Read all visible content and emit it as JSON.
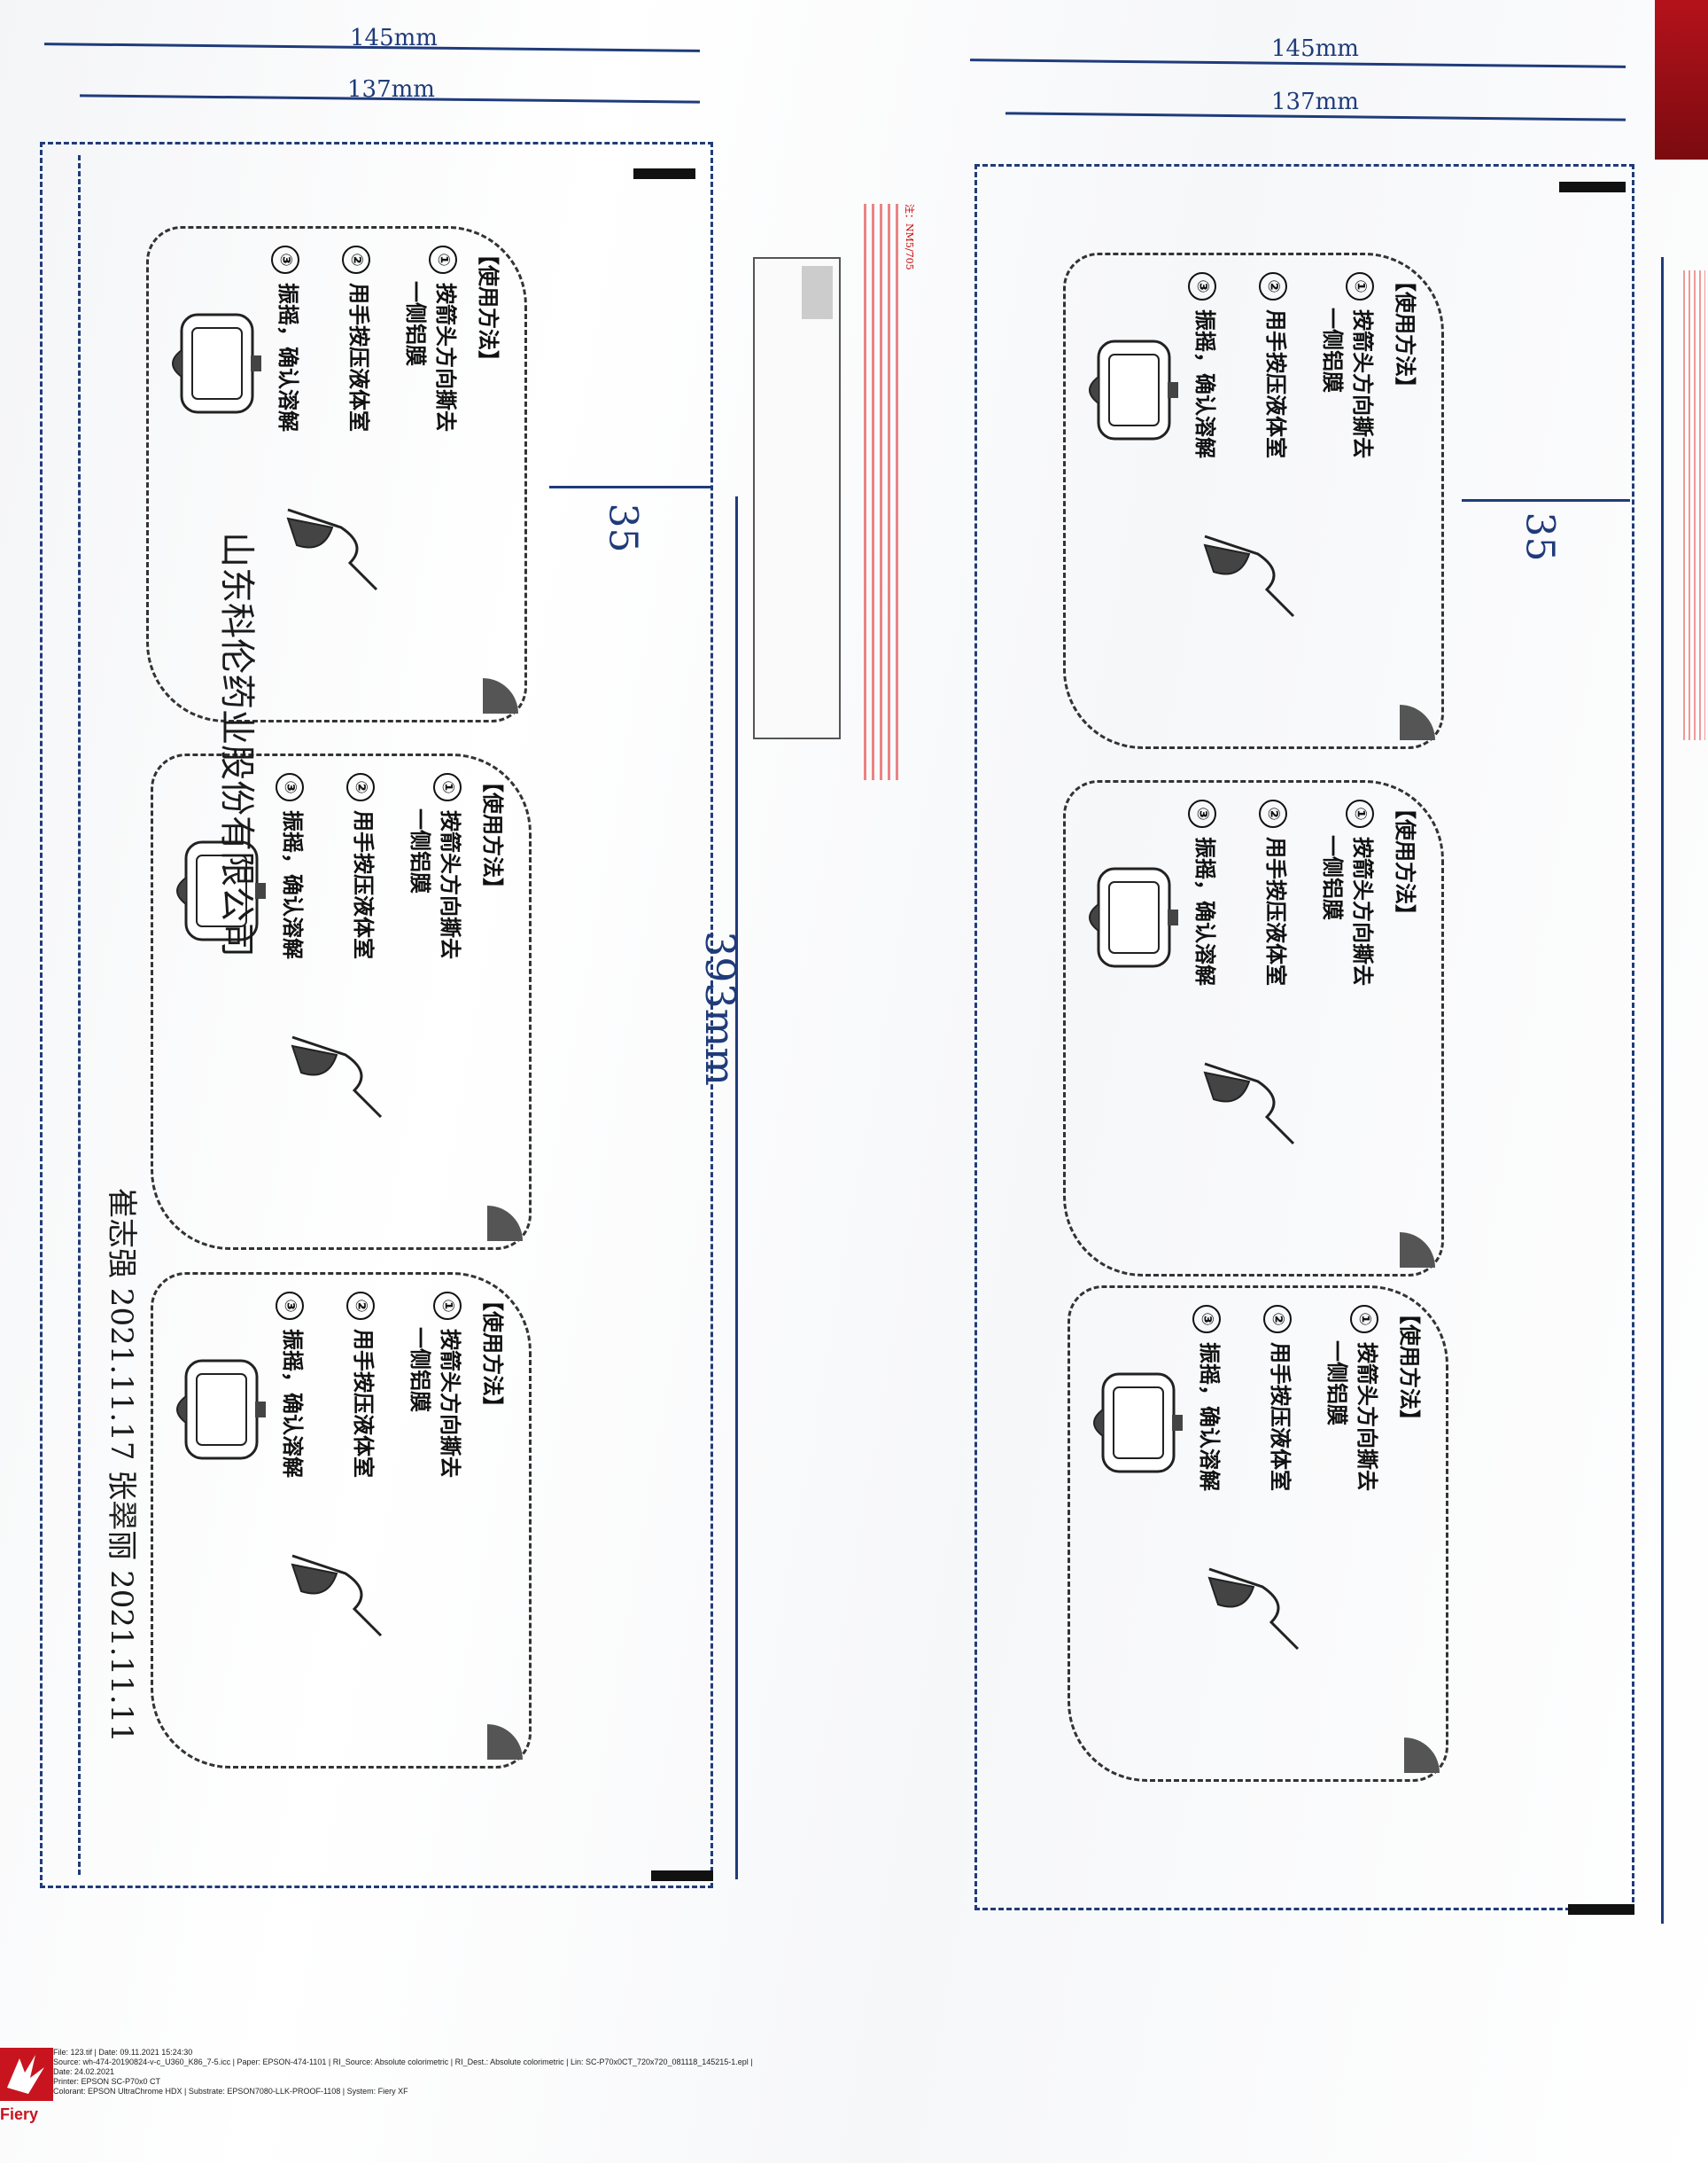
{
  "dimensions": {
    "left_outer": "145mm",
    "left_inner": "137mm",
    "right_outer": "145mm",
    "right_inner": "137mm",
    "left_mark": "35",
    "right_mark": "35",
    "center_length": "393mm"
  },
  "card": {
    "title": "【使用方法】",
    "step1_num": "①",
    "step1_line1": "按箭头方向撕去",
    "step1_line2": "一侧铝膜",
    "step2_num": "②",
    "step2": "用手按压液体室",
    "step3_num": "③",
    "step3": "振摇，确认溶解"
  },
  "note": {
    "label": "注：NM5/705"
  },
  "handwriting": {
    "company": "山东科伦药业股份有限公司",
    "signature": "崔志强 2021.11.17 张翠丽 2021.11.11"
  },
  "footer": {
    "line1": "File: 123.tif | Date: 09.11.2021 15:24:30",
    "line2": "Source: wh-474-20190824-v-c_U360_K86_7-5.icc | Paper: EPSON-474-1101 | RI_Source: Absolute colorimetric | RI_Dest.: Absolute colorimetric | Lin: SC-P70x0CT_720x720_081118_145215-1.epl |",
    "line3": "Date: 24.02.2021",
    "line4": "Printer: EPSON SC-P70x0 CT",
    "line5": "Colorant: EPSON UltraChrome HDX | Substrate: EPSON7080-LLK-PROOF-1108 | System: Fiery XF",
    "logo": "Fiery"
  }
}
